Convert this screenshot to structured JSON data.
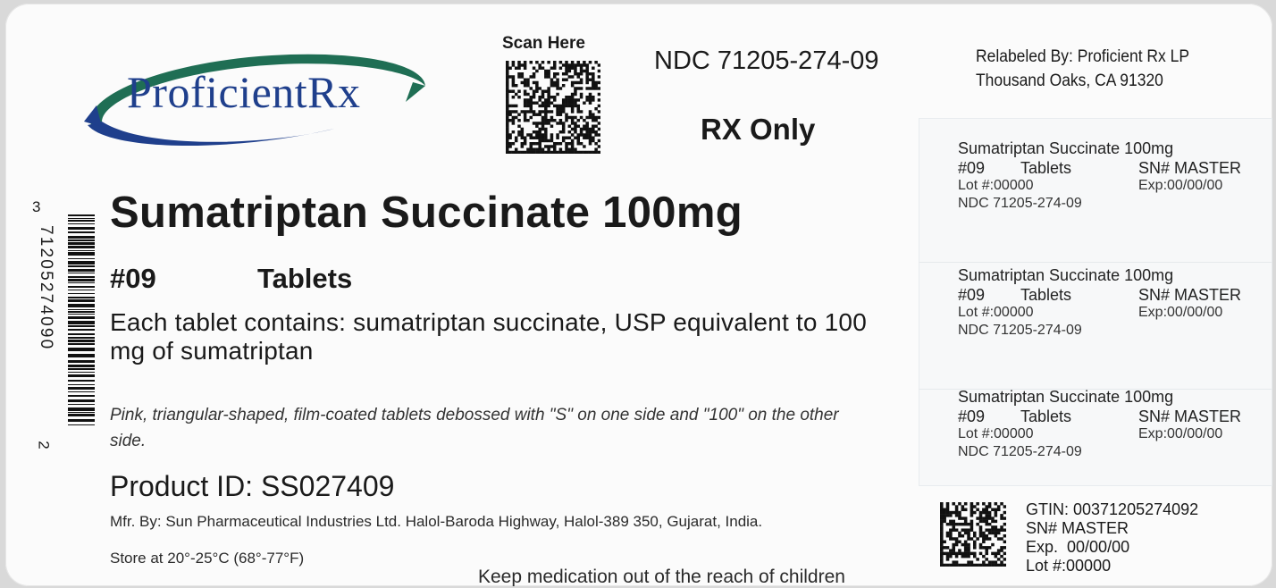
{
  "brand": {
    "logo_text": "ProficientRx",
    "logo_colors": {
      "text": "#1f3f8c",
      "arc_blue": "#1f3f8c",
      "arc_green": "#1e7a55"
    }
  },
  "header": {
    "scan_here": "Scan Here",
    "ndc": "NDC 71205-274-09",
    "rx_only": "RX Only",
    "relabeled_line1": "Relabeled By: Proficient Rx LP",
    "relabeled_line2": "Thousand Oaks, CA 91320"
  },
  "product": {
    "title": "Sumatriptan Succinate 100mg",
    "count": "#09",
    "form": "Tablets",
    "contains": "Each tablet contains: sumatriptan succinate, USP equivalent to 100 mg of sumatriptan",
    "description": "Pink, triangular-shaped, film-coated tablets debossed with \"S\" on one side and \"100\" on the other side.",
    "product_id": "Product ID: SS027409",
    "manufacturer": "Mfr. By: Sun Pharmaceutical Industries Ltd. Halol-Baroda Highway, Halol-389 350, Gujarat, India.",
    "storage": "Store at 20°-25°C (68°-77°F)",
    "warning": "Keep medication out of the reach of children"
  },
  "barcode": {
    "leading_digit": "3",
    "digits": "71205274090",
    "trailing_digit": "2"
  },
  "side_labels": [
    {
      "name": "Sumatriptan Succinate 100mg",
      "count": "#09",
      "form": "Tablets",
      "sn": "SN# MASTER",
      "lot": "Lot #:00000",
      "exp": "Exp:00/00/00",
      "ndc": "NDC 71205-274-09"
    },
    {
      "name": "Sumatriptan Succinate 100mg",
      "count": "#09",
      "form": "Tablets",
      "sn": "SN# MASTER",
      "lot": "Lot #:00000",
      "exp": "Exp:00/00/00",
      "ndc": "NDC 71205-274-09"
    },
    {
      "name": "Sumatriptan Succinate 100mg",
      "count": "#09",
      "form": "Tablets",
      "sn": "SN# MASTER",
      "lot": "Lot #:00000",
      "exp": "Exp:00/00/00",
      "ndc": "NDC 71205-274-09"
    }
  ],
  "footer_code": {
    "gtin": "GTIN: 00371205274092",
    "sn": "SN# MASTER",
    "exp": "Exp.  00/00/00",
    "lot": "Lot #:00000"
  }
}
